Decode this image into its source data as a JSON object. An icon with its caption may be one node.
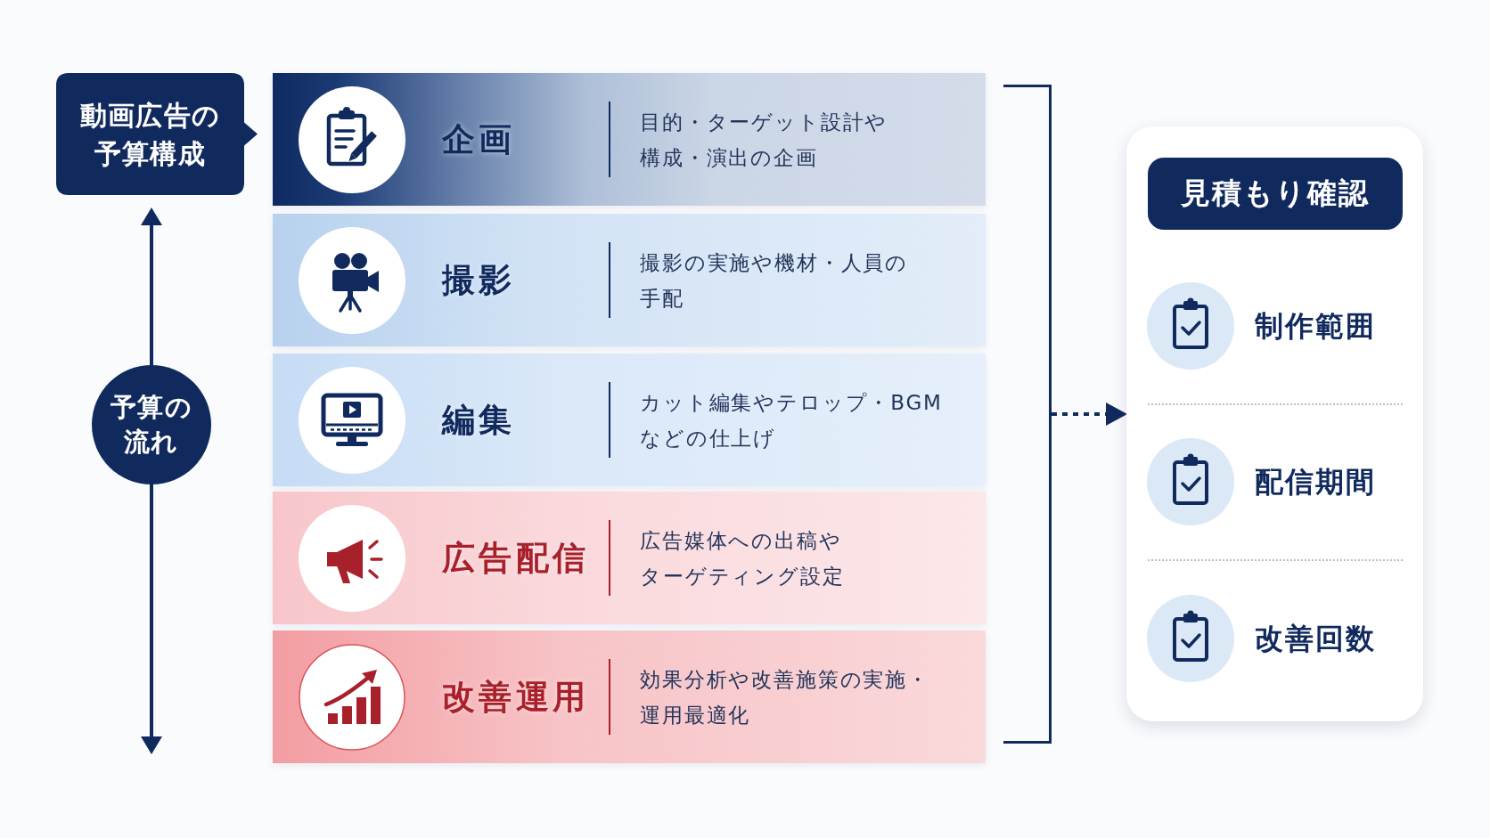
{
  "diagram": {
    "nodes": [
      {
        "text": [
          "動画広告の予算構成"
        ]
      },
      {
        "text": [
          "予算の流れ"
        ]
      },
      {
        "text": [
          "企画",
          "目的・ターゲット設計や構成・演出の企画"
        ]
      },
      {
        "text": [
          "撮影",
          "撮影の実施や機材・人員の手配"
        ]
      },
      {
        "text": [
          "編集",
          "カット編集やテロップ・BGMなどの仕上げ"
        ]
      },
      {
        "text": [
          "広告配信",
          "広告媒体への出稿やターゲティング設定"
        ]
      },
      {
        "text": [
          "改善運用",
          "効果分析や改善施策の実施・運用最適化"
        ]
      },
      {
        "text": [],
        "shape": "bracket"
      },
      {
        "text": [],
        "shape": "box"
      },
      {
        "text": [
          "見積もり確認"
        ],
        "in": 8
      },
      {
        "text": [
          "制作範囲"
        ],
        "in": 8
      },
      {
        "text": [
          "配信期間"
        ],
        "in": 8
      },
      {
        "text": [
          "改善回数"
        ],
        "in": 8
      }
    ],
    "edges": [
      {
        "from": 7,
        "to": 8,
        "arrow": "to",
        "style": "dashed"
      }
    ]
  }
}
